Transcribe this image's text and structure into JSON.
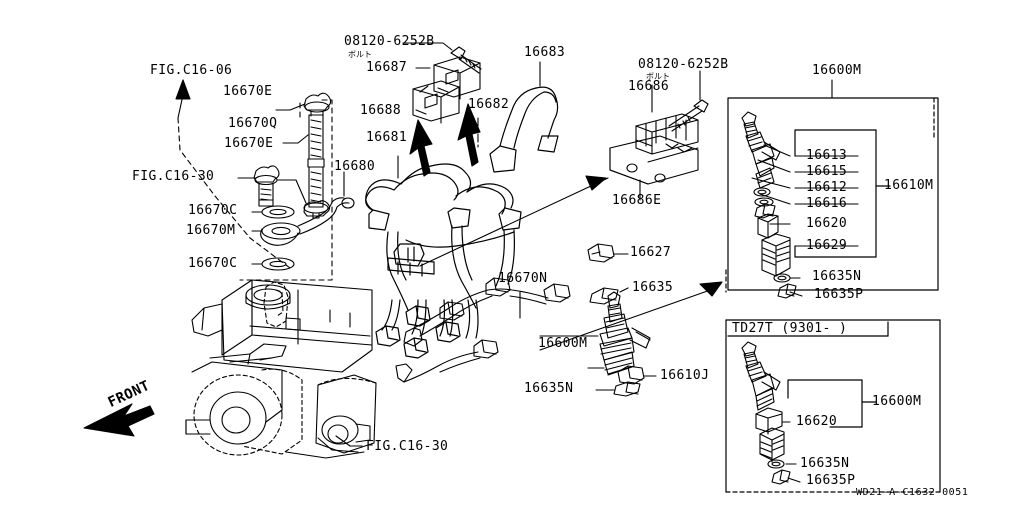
{
  "document": {
    "type": "parts-catalog-diagram",
    "footer_code": "WD21-A-C1632-0051",
    "front_marker": "FRONT"
  },
  "references": {
    "fig_c16_06": "FIG.C16-06",
    "fig_c16_30_left": "FIG.C16-30",
    "fig_c16_30_bottom": "FIG.C16-30"
  },
  "callouts": {
    "bolt_spec_top": "08120-6252B",
    "bolt_spec_top_jp": "ボルト",
    "bolt_spec_right": "08120-6252B",
    "bolt_spec_right_jp": "ボルト",
    "p16670E_a": "16670E",
    "p16670Q": "16670Q",
    "p16670E_b": "16670E",
    "p16670C_a": "16670C",
    "p16670M": "16670M",
    "p16670C_b": "16670C",
    "p16687": "16687",
    "p16688": "16688",
    "p16681": "16681",
    "p16680": "16680",
    "p16682": "16682",
    "p16683": "16683",
    "p16686": "16686",
    "p16686E": "16686E",
    "p16627": "16627",
    "p16635": "16635",
    "p16670N": "16670N",
    "p16600M_center": "16600M",
    "p16610J": "16610J",
    "p16635N_center": "16635N"
  },
  "panel_upper": {
    "title": "16600M",
    "group_label": "16610M",
    "items": [
      {
        "code": "16613"
      },
      {
        "code": "16615"
      },
      {
        "code": "16612"
      },
      {
        "code": "16616"
      },
      {
        "code": "16620"
      },
      {
        "code": "16629"
      },
      {
        "code": "16635N"
      },
      {
        "code": "16635P"
      }
    ]
  },
  "panel_lower": {
    "title": "TD27T (9301-      )",
    "group_label": "16600M",
    "items": [
      {
        "code": "16620"
      },
      {
        "code": "16635N"
      },
      {
        "code": "16635P"
      }
    ]
  }
}
